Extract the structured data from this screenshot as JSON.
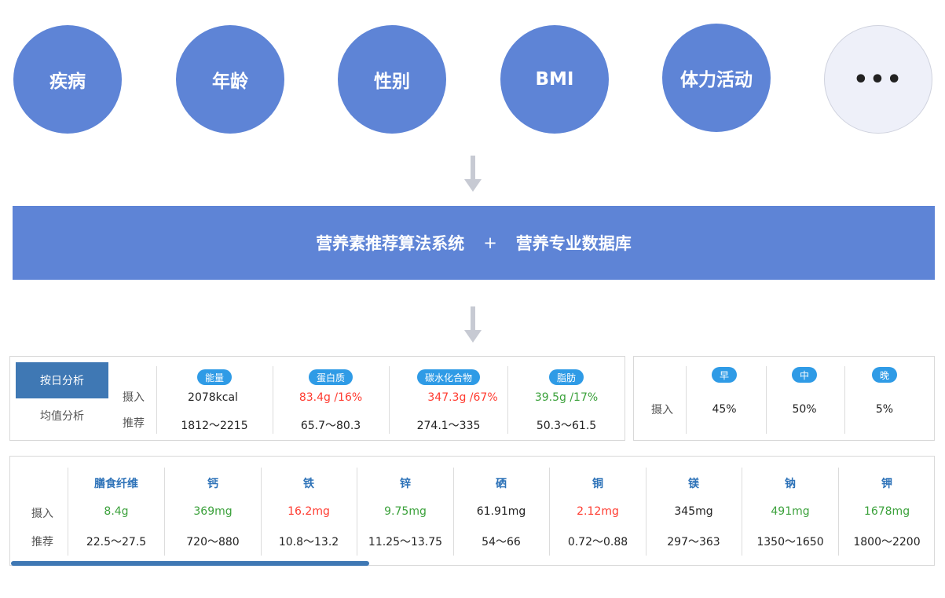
{
  "factors": [
    "疾病",
    "年龄",
    "性别",
    "BMI",
    "体力活动"
  ],
  "more_label": "•••",
  "banner": {
    "system": "营养素推荐算法系统",
    "plus": "+",
    "database": "营养专业数据库"
  },
  "daily_panel": {
    "tab_active": "按日分析",
    "tab_inactive": "均值分析",
    "row_intake": "摄入",
    "row_recommend": "推荐",
    "columns": [
      {
        "label": "能量",
        "intake": "2078kcal",
        "recommend": "1812～2215",
        "status": "normal"
      },
      {
        "label": "蛋白质",
        "intake": "83.4g /16%",
        "recommend": "65.7～80.3",
        "status": "high"
      },
      {
        "label": "碳水化合物",
        "intake": "347.3g /67%",
        "recommend": "274.1～335",
        "status": "high"
      },
      {
        "label": "脂肪",
        "intake": "39.5g /17%",
        "recommend": "50.3～61.5",
        "status": "ok"
      }
    ]
  },
  "meal_panel": {
    "row_intake": "摄入",
    "columns": [
      {
        "label": "早",
        "value": "45%"
      },
      {
        "label": "中",
        "value": "50%"
      },
      {
        "label": "晚",
        "value": "5%"
      }
    ]
  },
  "nutrient_panel": {
    "row_intake": "摄入",
    "row_recommend": "推荐",
    "columns": [
      {
        "label": "膳食纤维",
        "intake": "8.4g",
        "recommend": "22.5～27.5",
        "status": "ok"
      },
      {
        "label": "钙",
        "intake": "369mg",
        "recommend": "720～880",
        "status": "ok"
      },
      {
        "label": "铁",
        "intake": "16.2mg",
        "recommend": "10.8～13.2",
        "status": "high"
      },
      {
        "label": "锌",
        "intake": "9.75mg",
        "recommend": "11.25～13.75",
        "status": "ok"
      },
      {
        "label": "硒",
        "intake": "61.91mg",
        "recommend": "54～66",
        "status": "normal"
      },
      {
        "label": "铜",
        "intake": "2.12mg",
        "recommend": "0.72～0.88",
        "status": "high"
      },
      {
        "label": "镁",
        "intake": "345mg",
        "recommend": "297～363",
        "status": "normal"
      },
      {
        "label": "钠",
        "intake": "491mg",
        "recommend": "1350～1650",
        "status": "ok"
      },
      {
        "label": "钾",
        "intake": "1678mg",
        "recommend": "1800～2200",
        "status": "ok"
      }
    ]
  },
  "colors": {
    "primary": "#5e84d6",
    "tab_active": "#3f78b4",
    "pill": "#2f9be6",
    "high": "#ff3b30",
    "ok": "#3ba13b",
    "normal": "#222222",
    "nutrient_header": "#2d72b8"
  }
}
